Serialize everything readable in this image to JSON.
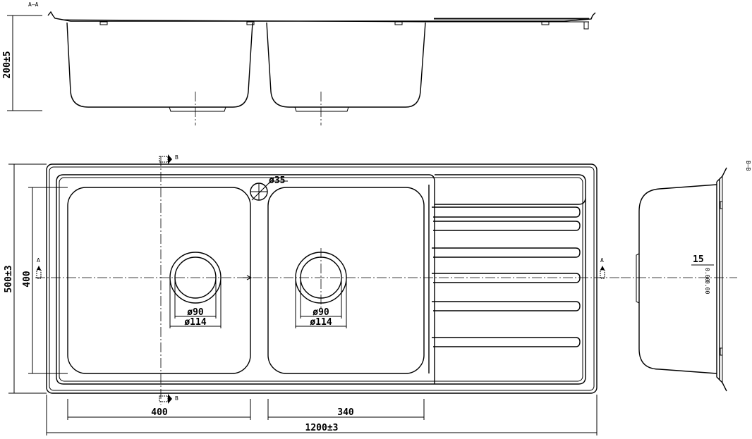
{
  "section_aa": {
    "tag": "A—A",
    "height_dim": "200±5"
  },
  "plan": {
    "section_marker_b": "B",
    "section_marker_a": "A",
    "tap_hole": "ø35",
    "left_bowl": {
      "outlet_inner": "ø90",
      "outlet_outer": "ø114"
    },
    "right_bowl": {
      "outlet_inner": "ø90",
      "outlet_outer": "ø114"
    },
    "overall_depth": "500±3",
    "bowl_depth": "400",
    "left_bowl_width": "400",
    "right_bowl_width": "340",
    "overall_width": "1200±3"
  },
  "section_bb": {
    "tag": "B—B",
    "flange_dim": "15",
    "thickness_dim": "0.00"
  }
}
